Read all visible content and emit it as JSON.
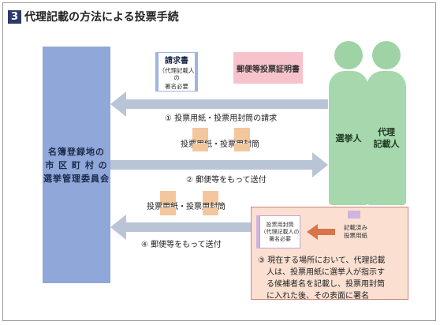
{
  "header": {
    "number": "3",
    "title": "代理記載の方法による投票手続"
  },
  "committee": {
    "line1": "名簿登録地の",
    "line2": "市 区 町 村 の",
    "line3": "選挙管理委員会"
  },
  "voter": {
    "label": "選挙人"
  },
  "proxy": {
    "line1": "代理",
    "line2": "記載人"
  },
  "request_card": {
    "title": "請求書",
    "note1": "（代理記載人の",
    "note2": "署名必要"
  },
  "certificate": {
    "label": "郵便等投票証明書"
  },
  "step1": {
    "label": "① 投票用紙・投票用封筒の請求"
  },
  "envelopes1": {
    "label": "投票用紙・投票用封筒"
  },
  "step2": {
    "label": "② 郵便等をもって送付"
  },
  "envelopes2": {
    "label": "投票用紙・投票用封筒"
  },
  "step4": {
    "label": "④ 郵便等をもって送付"
  },
  "ballot_envelope": {
    "line1": "投票用封筒",
    "line2": "（代理記載人の",
    "line3": "署名必要"
  },
  "filled_ballot": {
    "line1": "記載済み",
    "line2": "投票用紙"
  },
  "step3": {
    "line1": "③ 現在する場所において、代理記載",
    "line2": "人は、投票用紙に選挙人が指示す",
    "line3": "る候補者名を記載し、投票用封筒",
    "line4": "に入れた後、その表面に署名"
  },
  "colors": {
    "header_badge": "#2b3a67",
    "committee": "#8fa7d9",
    "person": "#a7d8ad",
    "arrow": "#b9c4d6",
    "certificate": "#f6c3cc",
    "envelope": "#f3c79d",
    "step3_box": "#fbe0d2",
    "inner_arrow": "#d9734a"
  }
}
